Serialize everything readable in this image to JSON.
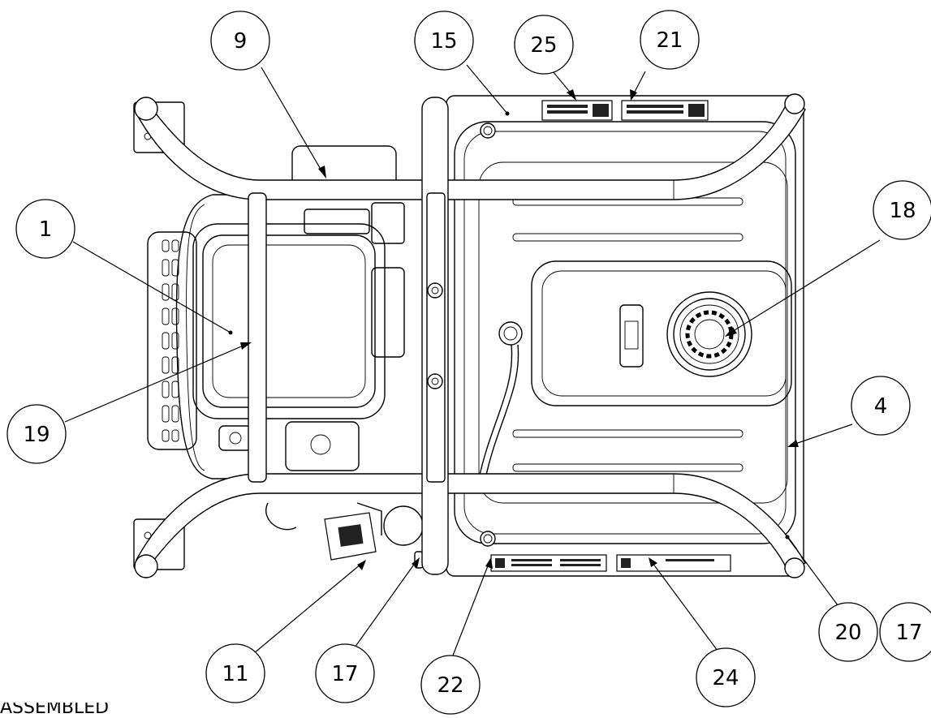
{
  "caption": "ASSEMBLED",
  "balloons": [
    {
      "id": "b9",
      "label": "9"
    },
    {
      "id": "b15",
      "label": "15"
    },
    {
      "id": "b25",
      "label": "25"
    },
    {
      "id": "b21",
      "label": "21"
    },
    {
      "id": "b18",
      "label": "18"
    },
    {
      "id": "b1",
      "label": "1"
    },
    {
      "id": "b19",
      "label": "19"
    },
    {
      "id": "b4",
      "label": "4"
    },
    {
      "id": "b11",
      "label": "11"
    },
    {
      "id": "b17a",
      "label": "17"
    },
    {
      "id": "b22",
      "label": "22"
    },
    {
      "id": "b24",
      "label": "24"
    },
    {
      "id": "b20",
      "label": "20"
    },
    {
      "id": "b17b",
      "label": "17"
    }
  ]
}
